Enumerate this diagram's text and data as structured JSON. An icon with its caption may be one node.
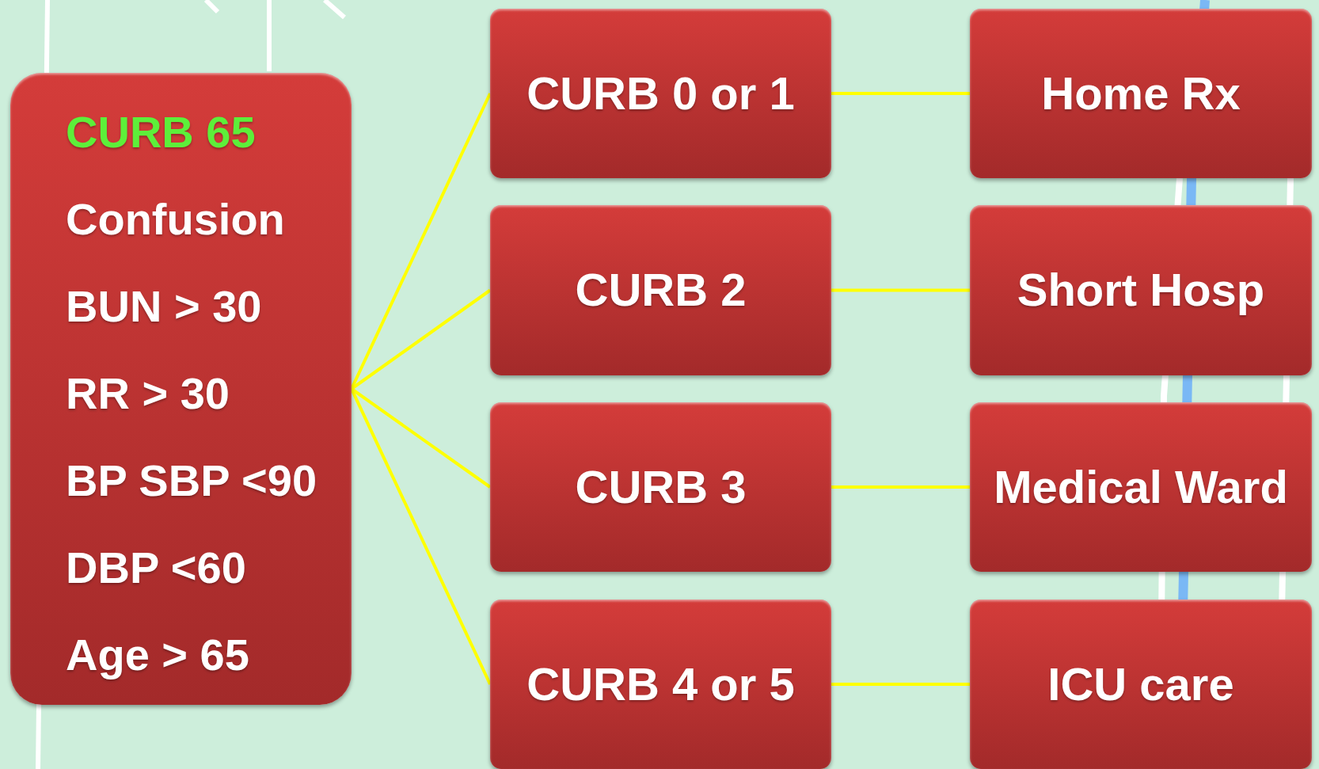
{
  "diagram": {
    "nodes": [
      {
        "text": [
          "CURB 65",
          "Confusion",
          "BUN > 30",
          "RR > 30",
          "BP SBP <90",
          "DBP <60",
          "Age > 65"
        ]
      },
      {
        "text": [
          "CURB 0 or 1"
        ]
      },
      {
        "text": [
          "Home Rx"
        ]
      },
      {
        "text": [
          "CURB 2"
        ]
      },
      {
        "text": [
          "Short Hosp"
        ]
      },
      {
        "text": [
          "CURB 3"
        ]
      },
      {
        "text": [
          "Medical Ward"
        ]
      },
      {
        "text": [
          "CURB 4 or 5"
        ]
      },
      {
        "text": [
          "ICU care"
        ]
      }
    ],
    "edges": [
      {
        "from": 0,
        "to": 1,
        "arrow": "none"
      },
      {
        "from": 0,
        "to": 3,
        "arrow": "none"
      },
      {
        "from": 0,
        "to": 5,
        "arrow": "none"
      },
      {
        "from": 0,
        "to": 7,
        "arrow": "none"
      },
      {
        "from": 1,
        "to": 2,
        "arrow": "none"
      },
      {
        "from": 3,
        "to": 4,
        "arrow": "none"
      },
      {
        "from": 5,
        "to": 6,
        "arrow": "none"
      },
      {
        "from": 7,
        "to": 8,
        "arrow": "none"
      }
    ]
  }
}
